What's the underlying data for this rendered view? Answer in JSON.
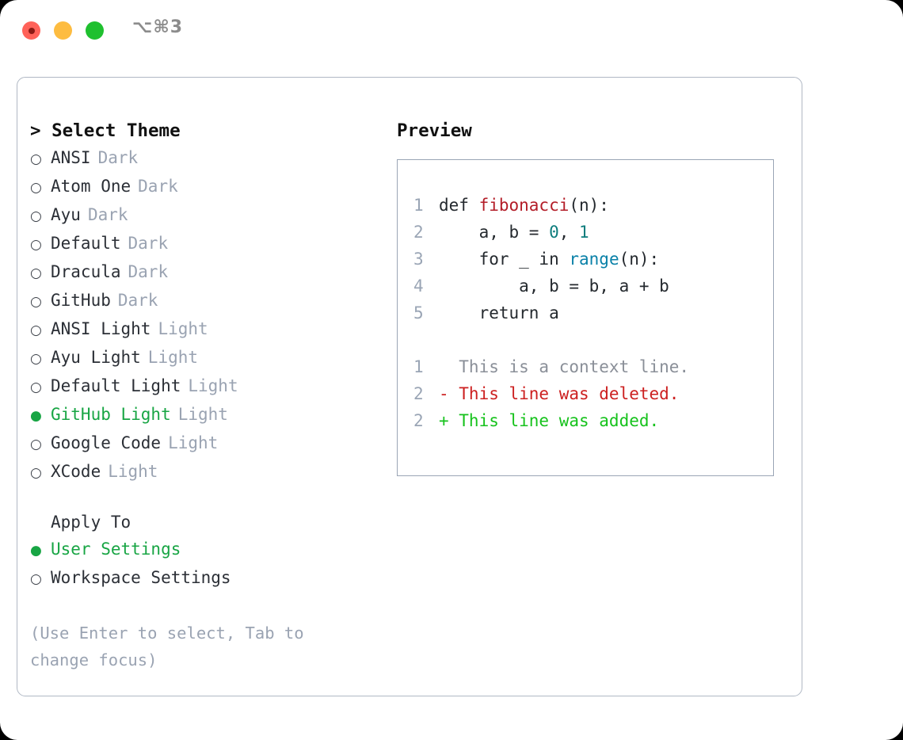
{
  "titlebar": {
    "shortcut": "⌥⌘3",
    "buttons": {
      "close": "close",
      "minimize": "minimize",
      "maximize": "maximize"
    }
  },
  "left": {
    "heading": "> Select Theme",
    "themes": [
      {
        "marker": "○",
        "name": "ANSI",
        "tag": "Dark",
        "selected": false
      },
      {
        "marker": "○",
        "name": "Atom One",
        "tag": "Dark",
        "selected": false
      },
      {
        "marker": "○",
        "name": "Ayu",
        "tag": "Dark",
        "selected": false
      },
      {
        "marker": "○",
        "name": "Default",
        "tag": "Dark",
        "selected": false
      },
      {
        "marker": "○",
        "name": "Dracula",
        "tag": "Dark",
        "selected": false
      },
      {
        "marker": "○",
        "name": "GitHub",
        "tag": "Dark",
        "selected": false
      },
      {
        "marker": "○",
        "name": "ANSI Light",
        "tag": "Light",
        "selected": false
      },
      {
        "marker": "○",
        "name": "Ayu Light",
        "tag": "Light",
        "selected": false
      },
      {
        "marker": "○",
        "name": "Default Light",
        "tag": "Light",
        "selected": false
      },
      {
        "marker": "●",
        "name": "GitHub Light",
        "tag": "Light",
        "selected": true
      },
      {
        "marker": "○",
        "name": "Google Code",
        "tag": "Light",
        "selected": false
      },
      {
        "marker": "○",
        "name": "XCode",
        "tag": "Light",
        "selected": false
      }
    ],
    "apply_to": {
      "heading": "Apply To",
      "options": [
        {
          "marker": "●",
          "name": "User Settings",
          "selected": true
        },
        {
          "marker": "○",
          "name": "Workspace Settings",
          "selected": false
        }
      ]
    },
    "hint": "(Use Enter to select, Tab to change focus)"
  },
  "right": {
    "heading": "Preview",
    "code": [
      {
        "no": "1",
        "parts": [
          {
            "t": "def ",
            "c": "plain"
          },
          {
            "t": "fibonacci",
            "c": "fn"
          },
          {
            "t": "(n):",
            "c": "plain"
          }
        ]
      },
      {
        "no": "2",
        "parts": [
          {
            "t": "    a, b = ",
            "c": "plain"
          },
          {
            "t": "0",
            "c": "num"
          },
          {
            "t": ", ",
            "c": "plain"
          },
          {
            "t": "1",
            "c": "num"
          }
        ]
      },
      {
        "no": "3",
        "parts": [
          {
            "t": "    for _ in ",
            "c": "plain"
          },
          {
            "t": "range",
            "c": "call"
          },
          {
            "t": "(n):",
            "c": "plain"
          }
        ]
      },
      {
        "no": "4",
        "parts": [
          {
            "t": "        a, b = b, a + b",
            "c": "plain"
          }
        ]
      },
      {
        "no": "5",
        "parts": [
          {
            "t": "    return a",
            "c": "plain"
          }
        ]
      }
    ],
    "diff": [
      {
        "no": "1",
        "text": "  This is a context line.",
        "kind": "ctx"
      },
      {
        "no": "2",
        "text": "- This line was deleted.",
        "kind": "del"
      },
      {
        "no": "2",
        "text": "+ This line was added.",
        "kind": "add"
      }
    ]
  },
  "colors": {
    "accent_green": "#18a544",
    "tag_gray": "#9aa3b2",
    "diff_add": "#16c21c",
    "diff_del": "#cc2020",
    "token_fn": "#b31d28",
    "token_num": "#0d7d7d",
    "token_call": "#0a81a8"
  }
}
